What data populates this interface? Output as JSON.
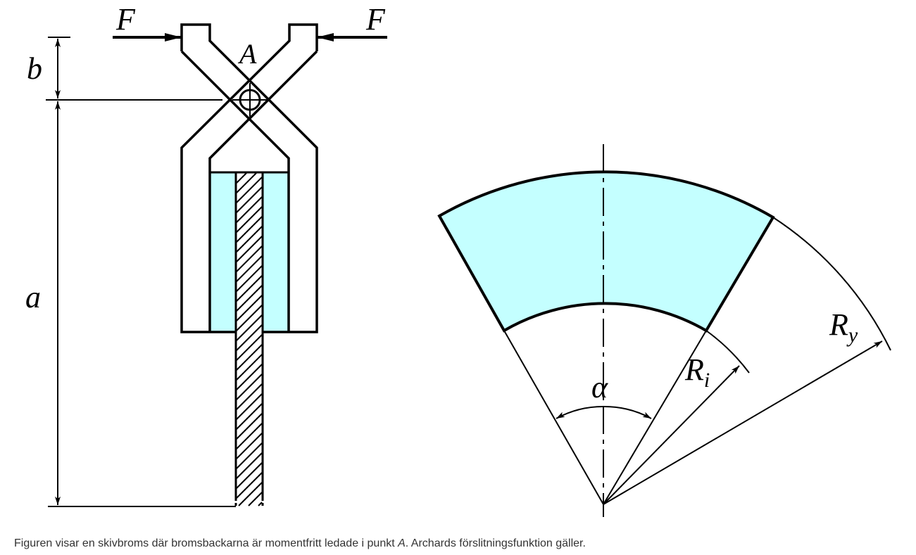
{
  "figure": {
    "left": {
      "force_left_label": "F",
      "force_right_label": "F",
      "pivot_label": "A",
      "dim_b_label": "b",
      "dim_a_label": "a"
    },
    "right": {
      "angle_label": "α",
      "inner_radius_label": "R",
      "inner_radius_sub": "i",
      "outer_radius_label": "R",
      "outer_radius_sub": "y"
    },
    "colors": {
      "pad_fill": "#c4ffff",
      "line": "#000000"
    }
  },
  "caption": {
    "part1": "Figuren visar en skivbroms där bromsbackarna är momentfritt ledade i punkt ",
    "point": "A",
    "part2": ". Archards förslitningsfunktion gäller."
  }
}
